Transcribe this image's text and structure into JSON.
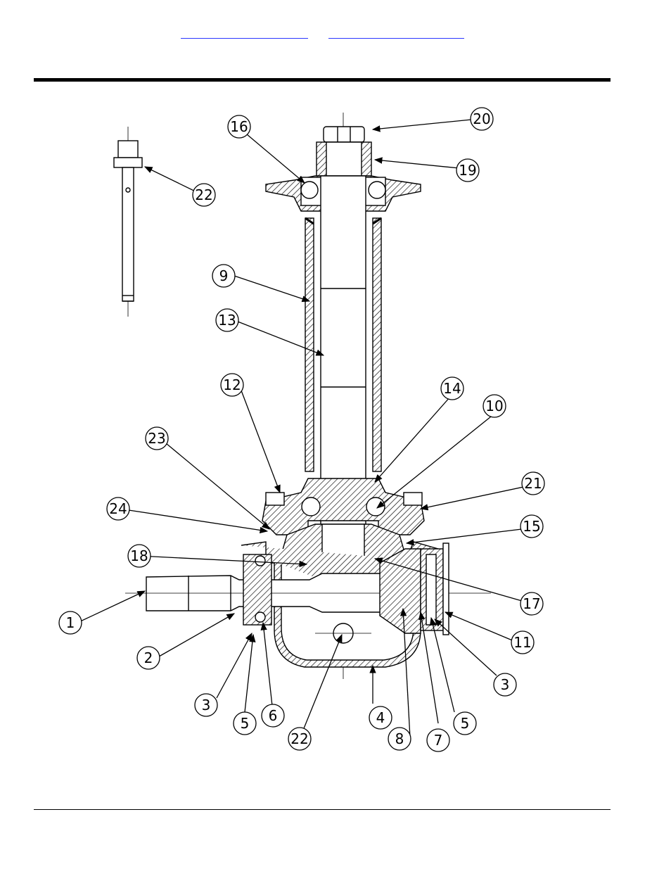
{
  "header": {
    "links": [
      {
        "label": ""
      },
      {
        "label": ""
      }
    ]
  },
  "diagram": {
    "callouts": [
      "1",
      "2",
      "3",
      "3",
      "4",
      "5",
      "5",
      "6",
      "7",
      "8",
      "9",
      "10",
      "11",
      "12",
      "13",
      "14",
      "15",
      "16",
      "17",
      "18",
      "19",
      "20",
      "21",
      "22",
      "22",
      "23",
      "24"
    ]
  }
}
